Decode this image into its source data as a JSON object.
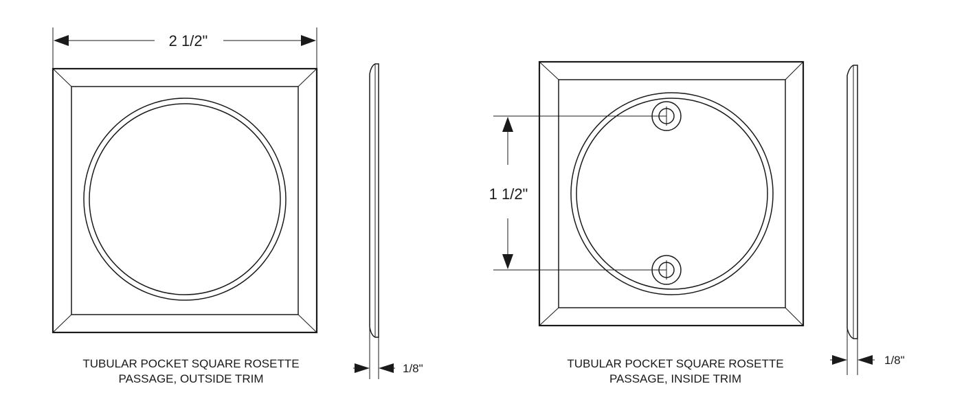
{
  "outside": {
    "width_label": "2 1/2\"",
    "thickness_label": "1/8\"",
    "caption_line1": "TUBULAR POCKET SQUARE ROSETTE",
    "caption_line2": "PASSAGE, OUTSIDE TRIM"
  },
  "inside": {
    "spacing_label": "1 1/2\"",
    "thickness_label": "1/8\"",
    "caption_line1": "TUBULAR POCKET SQUARE ROSETTE",
    "caption_line2": "PASSAGE, INSIDE TRIM"
  }
}
